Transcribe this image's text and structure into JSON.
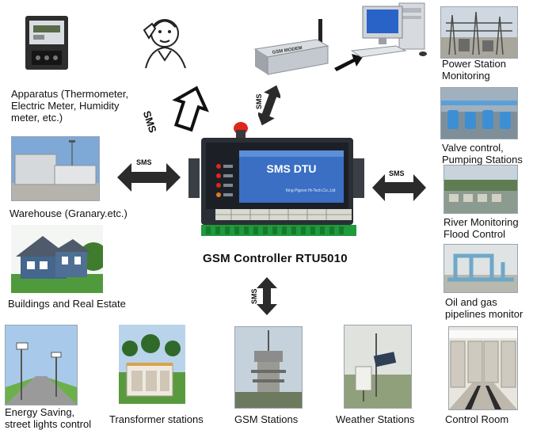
{
  "center": {
    "controller_caption": "GSM Controller RTU5010",
    "device_brand": "SMS DTU",
    "device_maker": "King Pigeon Hi-Tech.Co.,Ltd",
    "modem_label": "GSM MODEM"
  },
  "arrow_labels": {
    "sms_up_left": "SMS",
    "sms_modem": "SMS",
    "sms_left": "SMS",
    "sms_right": "SMS",
    "sms_down": "SMS"
  },
  "left": {
    "apparatus": [
      "Apparatus (Thermometer,",
      "Electric Meter, Humidity",
      "meter, etc.)"
    ],
    "warehouse": "Warehouse (Granary.etc.)",
    "buildings": "Buildings and Real Estate"
  },
  "right": {
    "power_station": [
      "Power Station",
      "Monitoring"
    ],
    "valve": [
      "Valve control,",
      "Pumping Stations"
    ],
    "river": [
      "River Monitoring",
      "Flood Control"
    ],
    "oil_gas": [
      "Oil and gas",
      "pipelines monitor"
    ],
    "control_room": "Control Room"
  },
  "bottom": {
    "energy": [
      "Energy Saving,",
      "street lights control"
    ],
    "transformer": "Transformer stations",
    "gsm_stations": "GSM Stations",
    "weather": "Weather Stations"
  },
  "colors": {
    "device_body": "#2a2f36",
    "device_panel": "#3b6fc4",
    "terminal_green": "#1f9a3c",
    "antenna_led": "#e0261b",
    "arrow_fill": "#2b2b2b",
    "sky": "#8fb6dd",
    "grass": "#4c9a3a"
  }
}
